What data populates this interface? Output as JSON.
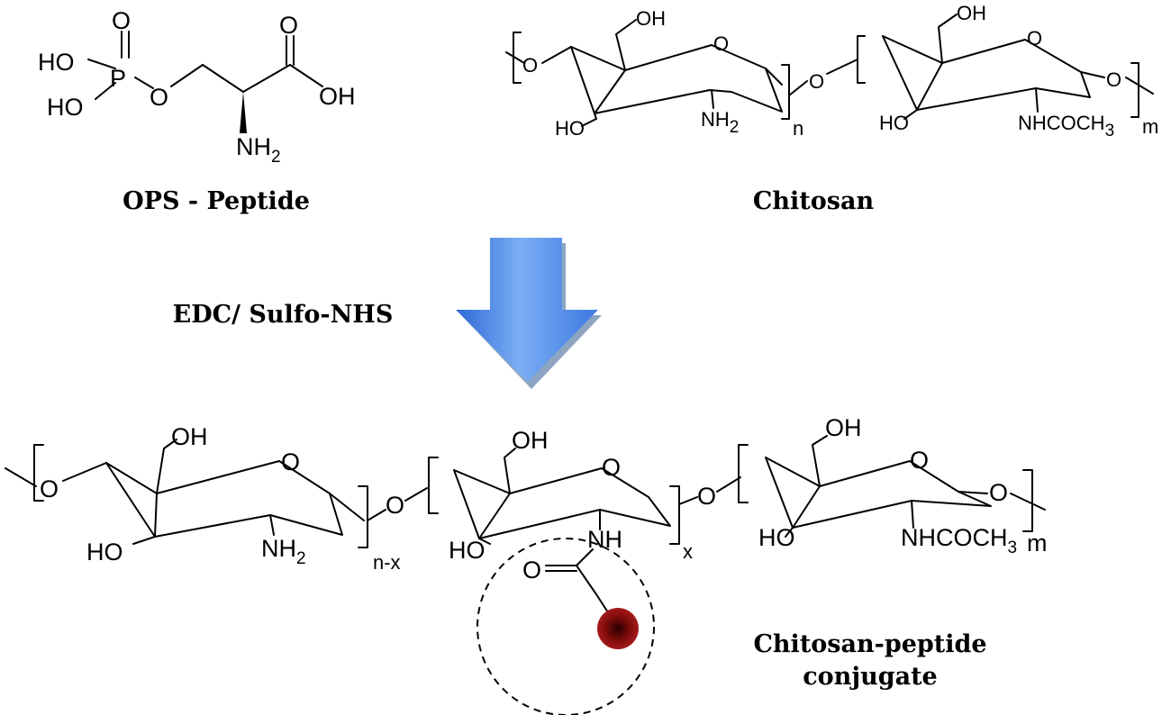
{
  "captions": {
    "ops_peptide": "OPS - Peptide",
    "chitosan": "Chitosan",
    "reagents": "EDC/ Sulfo-NHS",
    "conjugate_line1": "Chitosan-peptide",
    "conjugate_line2": "conjugate"
  },
  "ops": {
    "ho_top": "HO",
    "ho_bottom": "HO",
    "p": "P",
    "o_double": "O",
    "o_ester": "O",
    "o_carbonyl": "O",
    "oh_acid": "OH",
    "nh": "NH",
    "nh_sub": "2"
  },
  "chitosan_top": {
    "o_left": "O",
    "oh_1": "OH",
    "ring_o_1": "O",
    "ho_1": "HO",
    "nh2_1": "NH",
    "nh2_1_sub": "2",
    "n": "n",
    "o_link": "O",
    "oh_2": "OH",
    "ring_o_2": "O",
    "ho_2": "HO",
    "nhcoch_2": "NHCOCH",
    "nhcoch_2_sub": "3",
    "o_right": "O",
    "m": "m"
  },
  "conjugate": {
    "o_left": "O",
    "oh_1": "OH",
    "ring_o_1": "O",
    "ho_1": "HO",
    "nh2_1": "NH",
    "nh2_1_sub": "2",
    "n_minus_x": "n-x",
    "o_link_1": "O",
    "oh_2": "OH",
    "ring_o_2": "O",
    "ho_2": "HO",
    "nh_2": "NH",
    "x": "x",
    "o_carbonyl": "O",
    "o_link_2": "O",
    "oh_3": "OH",
    "ring_o_3": "O",
    "ho_3": "HO",
    "nhcoch_3": "NHCOCH",
    "nhcoch_3_sub": "3",
    "o_right": "O",
    "m": "m"
  },
  "colors": {
    "arrow_light": "#7aaef5",
    "arrow_dark": "#2f69d6",
    "arrow_shadow": "#8ea5c2",
    "peptide_bead": "#8b0f0f",
    "peptide_bead_core": "#2a0000"
  }
}
